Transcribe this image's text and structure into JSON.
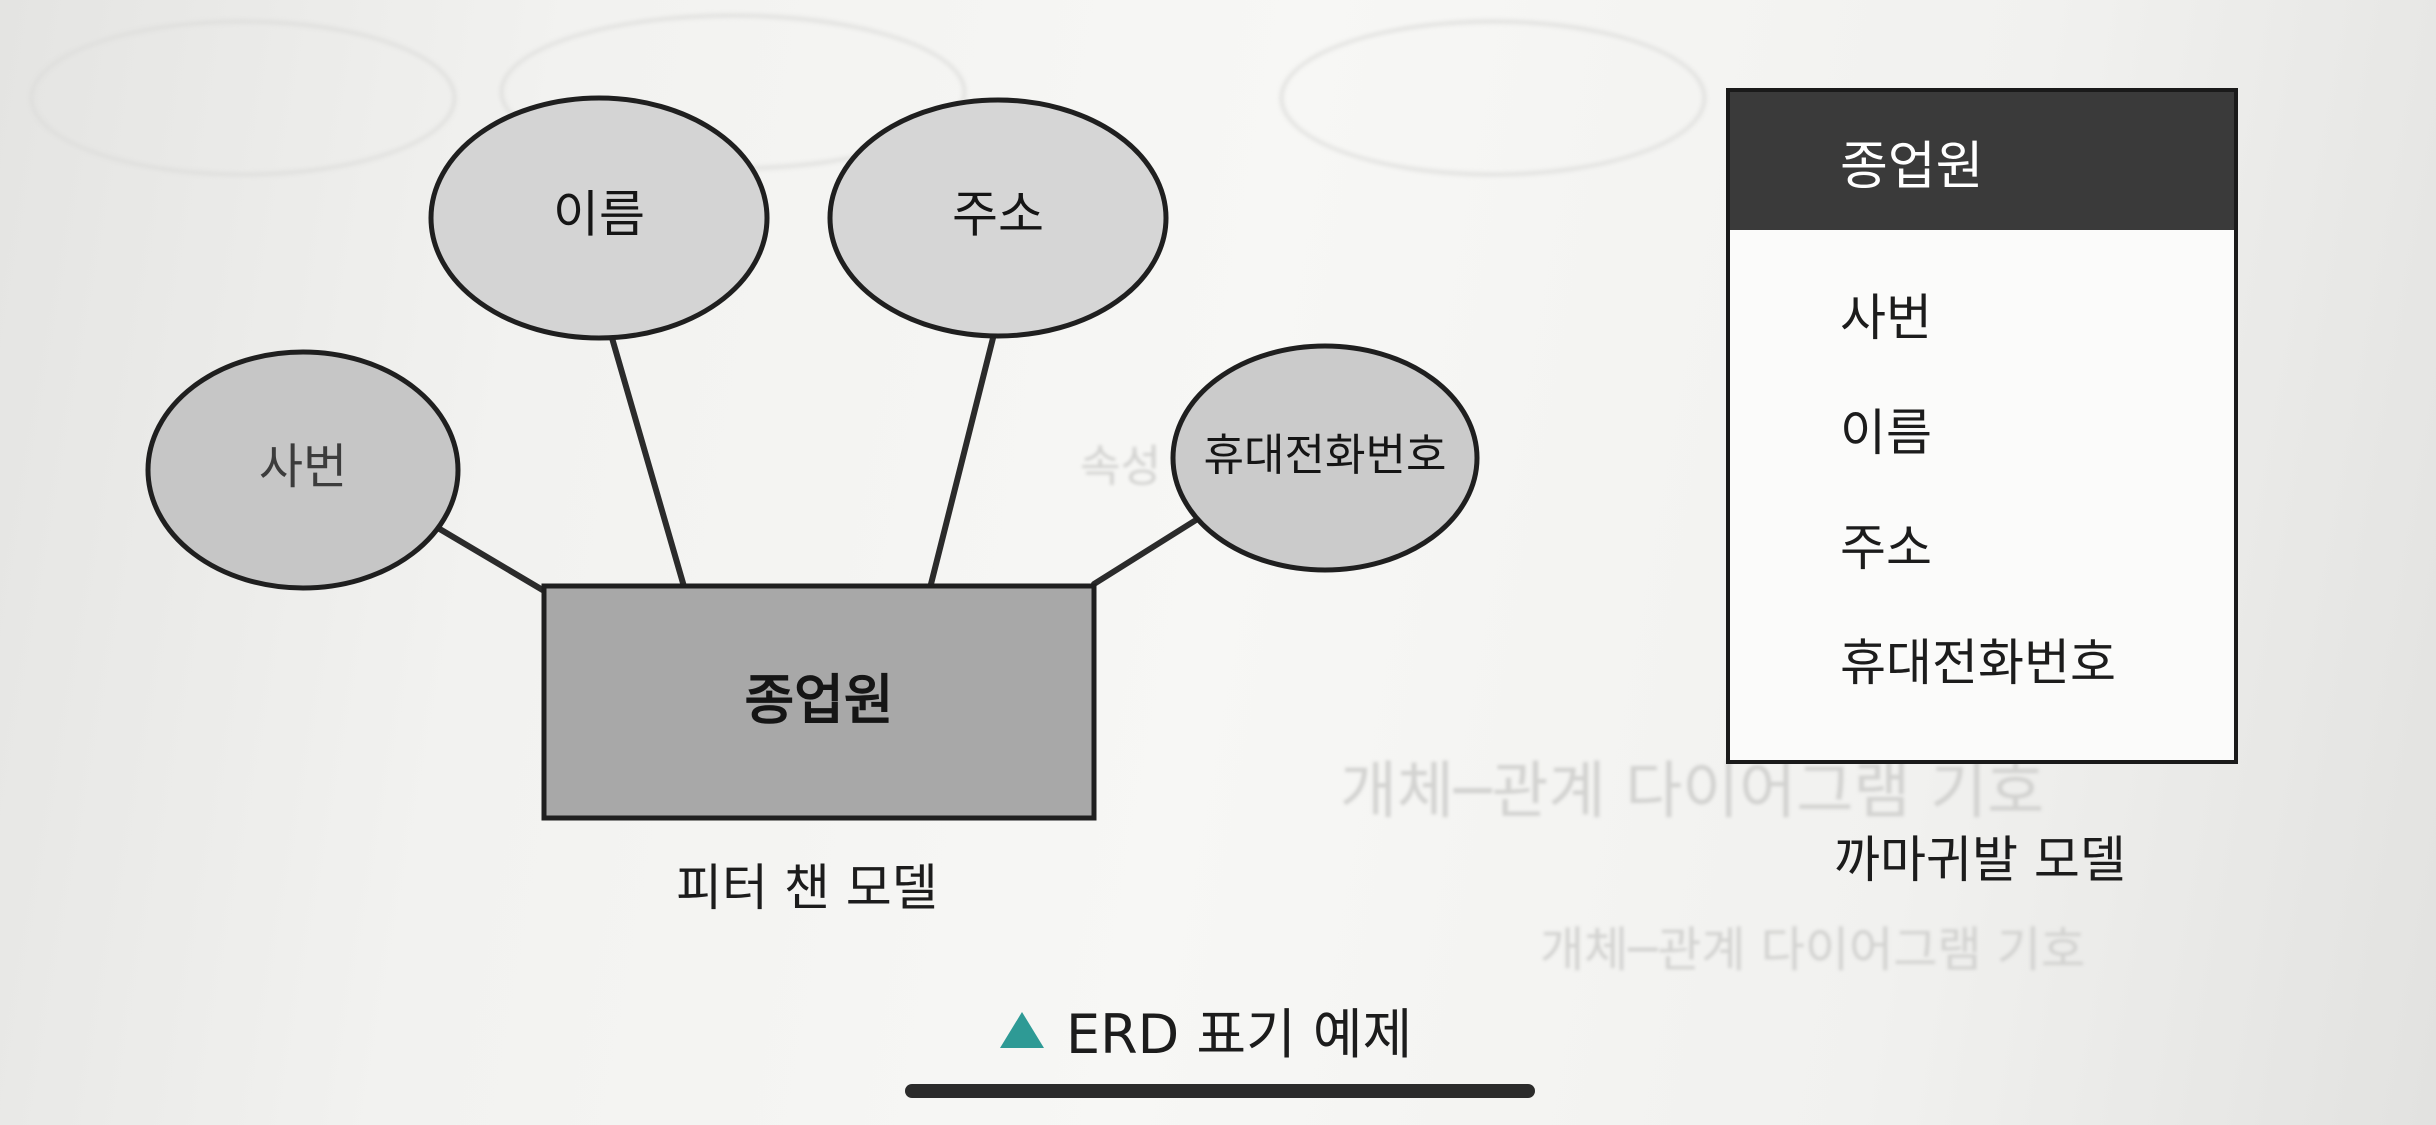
{
  "diagram": {
    "chen": {
      "entity": "종업원",
      "attributes": {
        "emp_no": "사번",
        "name": "이름",
        "address": "주소",
        "phone": "휴대전화번호"
      },
      "caption": "피터 챈 모델"
    },
    "crows_foot": {
      "entity": "종업원",
      "attributes": [
        "사번",
        "이름",
        "주소",
        "휴대전화번호"
      ],
      "caption": "까마귀발 모델"
    },
    "figure_caption": "ERD 표기 예제"
  },
  "colors": {
    "attribute_fill": "#d2d2d2",
    "entity_fill": "#a8a8a8",
    "crow_header": "#3a3a3a",
    "caption_marker": "#2e9a95"
  },
  "icons": {
    "caption_marker": "triangle-up-icon"
  }
}
